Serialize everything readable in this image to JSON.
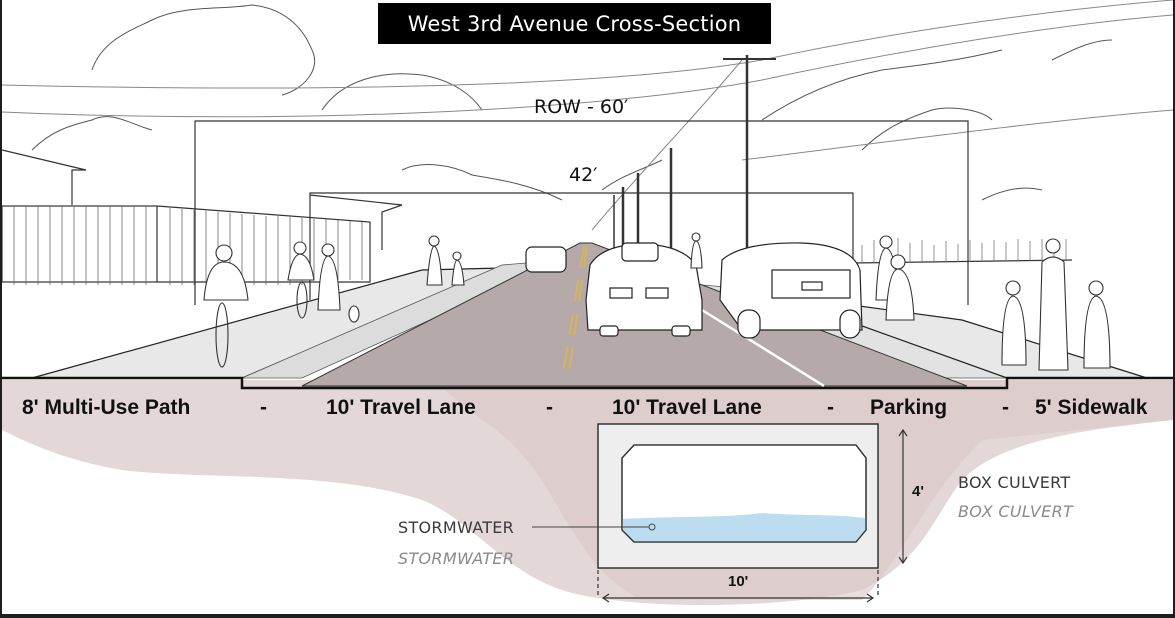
{
  "title": "West 3rd Avenue Cross-Section",
  "dimensions": {
    "row": "ROW - 60′",
    "curb_to_curb": "42′"
  },
  "segments": [
    {
      "label": "8' Multi-Use Path"
    },
    {
      "label": "-"
    },
    {
      "label": "10' Travel Lane"
    },
    {
      "label": "-"
    },
    {
      "label": "10' Travel Lane"
    },
    {
      "label": "-"
    },
    {
      "label": "Parking"
    },
    {
      "label": "-"
    },
    {
      "label": "5' Sidewalk"
    }
  ],
  "culvert": {
    "label": "BOX CULVERT",
    "label_echo": "BOX CULVERT",
    "water_label": "STORMWATER",
    "water_label_echo": "STORMWATER",
    "height": "4'",
    "width": "10'"
  },
  "colors": {
    "road": "#b5a9a9",
    "sidewalk": "#e6e6e6",
    "ground_shadow": "#e3d4d4",
    "water": "#bcdcef",
    "culvert_fill": "#eeeeee",
    "centerline": "#d6b55a",
    "frame": "#1e1e1e"
  }
}
